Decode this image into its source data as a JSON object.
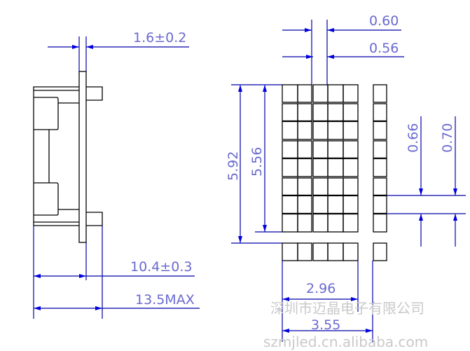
{
  "side_view": {
    "thickness_label": "1.6±0.2",
    "body_width_label": "10.4±0.3",
    "max_width_label": "13.5MAX"
  },
  "pad_view": {
    "pad_pitch_label": "0.60",
    "pad_width_label": "0.56",
    "total_height_label": "5.92",
    "inner_height_label": "5.56",
    "row_pitch_label": "0.70",
    "row_size_label": "0.66",
    "inner_width_label": "2.96",
    "total_width_label": "3.55"
  },
  "watermark": {
    "company": "深圳市迈晶电子有限公司",
    "website": "szmjled.cn.alibaba.com"
  },
  "colors": {
    "dimension": "#0000a8",
    "dimension_text": "#6a6ad0",
    "outline": "#000000"
  }
}
